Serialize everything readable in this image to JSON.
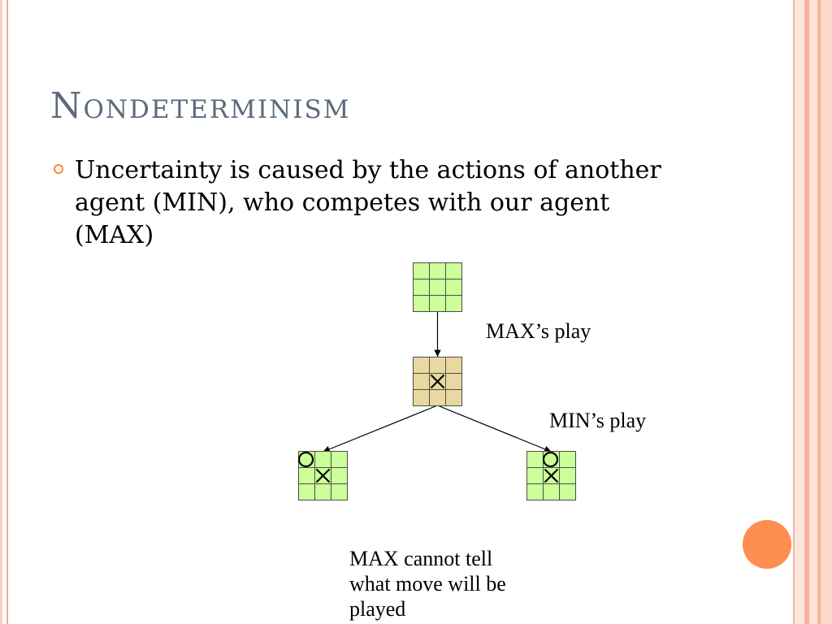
{
  "slide": {
    "title": "Nondeterminism",
    "bullet": {
      "icon": "ring-bullet-icon",
      "lines": [
        "Uncertainty is caused by the actions of another",
        "agent (MIN), who competes with our agent",
        "(MAX)"
      ]
    }
  },
  "diagram": {
    "labels": {
      "max_play": "MAX’s play",
      "min_play": "MIN’s play",
      "note_lines": [
        "MAX cannot tell",
        "what move will be",
        "played"
      ]
    },
    "boards": {
      "root": {
        "fill": "#ccff99",
        "cells": [
          "",
          "",
          "",
          "",
          "",
          "",
          "",
          "",
          ""
        ]
      },
      "after_max": {
        "fill": "#e8d9a0",
        "cells": [
          "",
          "",
          "",
          "",
          "X",
          "",
          "",
          "",
          ""
        ]
      },
      "min_left": {
        "fill": "#ccff99",
        "cells": [
          "O",
          "",
          "",
          "",
          "X",
          "",
          "",
          "",
          ""
        ]
      },
      "min_right": {
        "fill": "#ccff99",
        "cells": [
          "",
          "O",
          "",
          "",
          "X",
          "",
          "",
          "",
          ""
        ]
      }
    }
  },
  "colors": {
    "title": "#5b6a7e",
    "accent": "#f6893f",
    "decorative_circle": "#fd8d50",
    "grid_line": "#4d4d4d",
    "marks": "#000000"
  }
}
